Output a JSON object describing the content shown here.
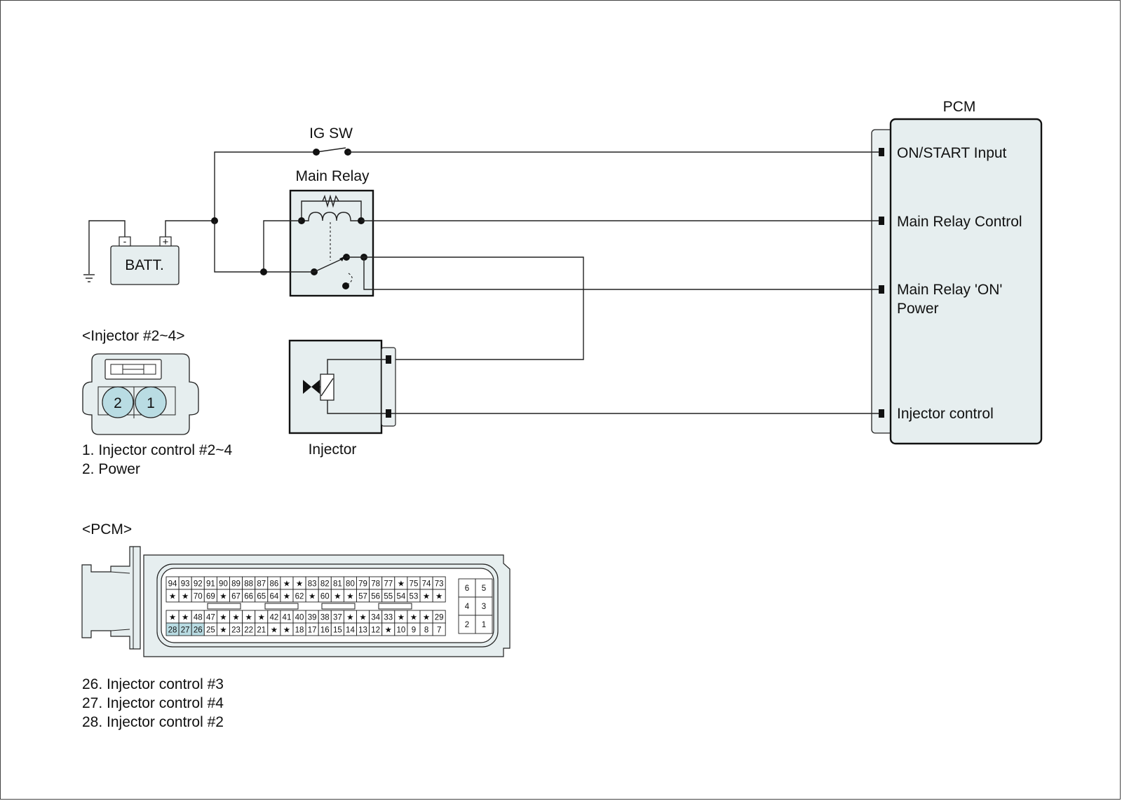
{
  "switch": {
    "label": "IG SW"
  },
  "relay": {
    "label": "Main Relay"
  },
  "battery": {
    "label": "BATT.",
    "minus": "-",
    "plus": "+"
  },
  "injector": {
    "label": "Injector"
  },
  "pcm": {
    "label": "PCM",
    "terminals": [
      {
        "id": "on-start",
        "lines": [
          "ON/START Input"
        ]
      },
      {
        "id": "relay-control",
        "lines": [
          "Main Relay Control"
        ]
      },
      {
        "id": "relay-on-power",
        "lines": [
          "Main Relay 'ON'",
          "Power"
        ]
      },
      {
        "id": "injector-control",
        "lines": [
          "Injector control"
        ]
      }
    ]
  },
  "injector_connector": {
    "title": "<Injector #2~4>",
    "pins": [
      "2",
      "1"
    ],
    "legend": [
      "1. Injector control #2~4",
      "2. Power"
    ]
  },
  "pcm_connector": {
    "title": "<PCM>",
    "rows": [
      [
        "94",
        "93",
        "92",
        "91",
        "90",
        "89",
        "88",
        "87",
        "86",
        "★",
        "★",
        "83",
        "82",
        "81",
        "80",
        "79",
        "78",
        "77",
        "★",
        "75",
        "74",
        "73"
      ],
      [
        "★",
        "★",
        "70",
        "69",
        "★",
        "67",
        "66",
        "65",
        "64",
        "★",
        "62",
        "★",
        "60",
        "★",
        "★",
        "57",
        "56",
        "55",
        "54",
        "53",
        "★",
        "★"
      ],
      [
        "★",
        "★",
        "48",
        "47",
        "★",
        "★",
        "★",
        "★",
        "42",
        "41",
        "40",
        "39",
        "38",
        "37",
        "★",
        "★",
        "34",
        "33",
        "★",
        "★",
        "★",
        "29"
      ],
      [
        "28",
        "27",
        "26",
        "25",
        "★",
        "23",
        "22",
        "21",
        "★",
        "★",
        "18",
        "17",
        "16",
        "15",
        "14",
        "13",
        "12",
        "★",
        "10",
        "9",
        "8",
        "7"
      ]
    ],
    "highlighted": [
      "26",
      "27",
      "28"
    ],
    "aux_pins": [
      [
        "6",
        "5"
      ],
      [
        "4",
        "3"
      ],
      [
        "2",
        "1"
      ]
    ],
    "legend": [
      "26. Injector control #3",
      "27. Injector control #4",
      "28. Injector control #2"
    ]
  },
  "colors": {
    "pin_highlight": "#b9dce3",
    "body_fill": "#e6eeef",
    "line": "#222222"
  }
}
